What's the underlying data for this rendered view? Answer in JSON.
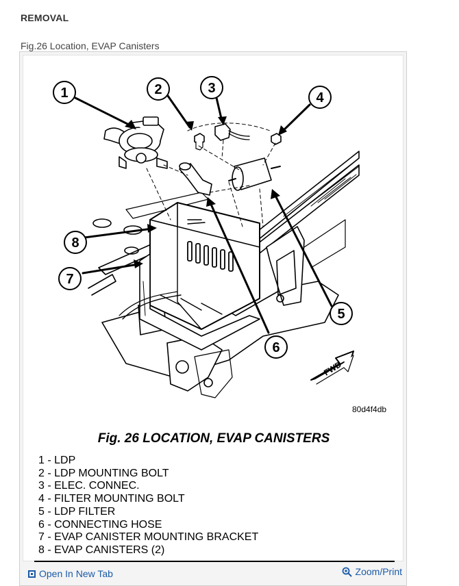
{
  "section": {
    "title": "REMOVAL"
  },
  "figure": {
    "caption": "Fig.26 Location, EVAP Canisters",
    "image_code": "80d4f4db",
    "title": "Fig. 26 LOCATION, EVAP CANISTERS",
    "callouts": [
      "1",
      "2",
      "3",
      "4",
      "5",
      "6",
      "7",
      "8"
    ],
    "fwd_label": "FWD",
    "legend": [
      "1 - LDP",
      "2 - LDP MOUNTING BOLT",
      "3 - ELEC. CONNEC.",
      "4 - FILTER MOUNTING BOLT",
      "5 - LDP FILTER",
      "6 - CONNECTING HOSE",
      "7 - EVAP CANISTER MOUNTING BRACKET",
      "8 - EVAP CANISTERS (2)"
    ]
  },
  "toolbar": {
    "open_new_tab": "Open In New Tab",
    "zoom_print": "Zoom/Print",
    "open_icon": "open-in-new-tab-icon",
    "zoom_icon": "zoom-in-icon",
    "link_color": "#1a5aa8"
  }
}
